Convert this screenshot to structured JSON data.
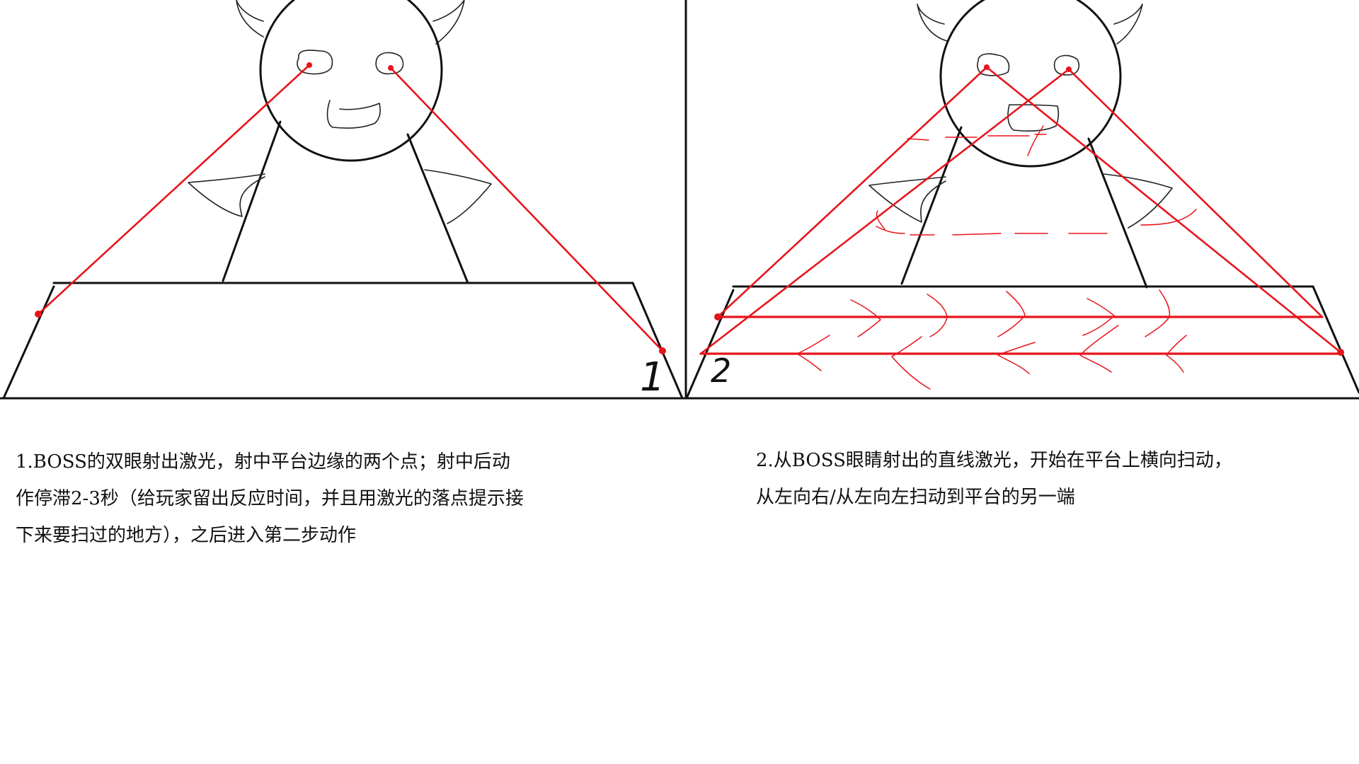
{
  "panels": [
    {
      "number_label": "1",
      "caption_lines": [
        "1.BOSS的双眼射出激光，射中平台边缘的两个点；射中后动",
        "作停滞2-3秒（给玩家留出反应时间，并且用激光的落点提示接",
        "下来要扫过的地方），之后进入第二步动作"
      ]
    },
    {
      "number_label": "2",
      "caption_lines": [
        "2.从BOSS眼睛射出的直线激光，开始在平台上横向扫动，",
        "从左向右/从左向左扫动到平台的另一端"
      ]
    }
  ],
  "colors": {
    "ink": "#111111",
    "laser": "#e8141c",
    "background": "#ffffff"
  }
}
